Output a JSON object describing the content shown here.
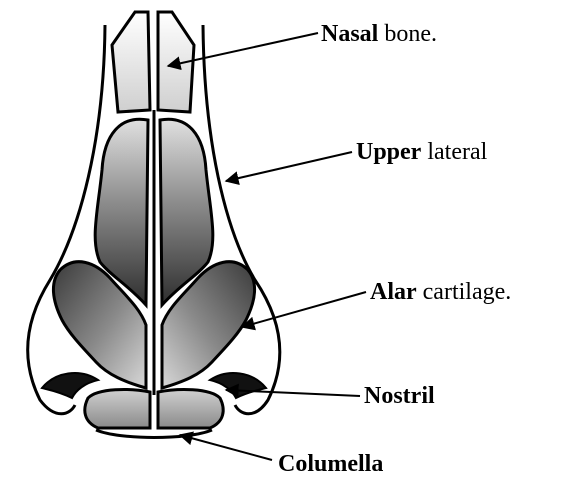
{
  "labels": {
    "nasal": {
      "bold": "Nasal",
      "rest": " bone."
    },
    "upper": {
      "bold": "Upper",
      "rest": " lateral"
    },
    "alar": {
      "bold": "Alar",
      "rest": " cartilage."
    },
    "nostril": {
      "bold": "Nostril",
      "rest": ""
    },
    "columella": {
      "bold": "Columella",
      "rest": ""
    }
  },
  "colors": {
    "ink": "#000000",
    "background": "#ffffff",
    "shade_dark": "#3a3a3a",
    "shade_light": "#d4d4d4"
  }
}
